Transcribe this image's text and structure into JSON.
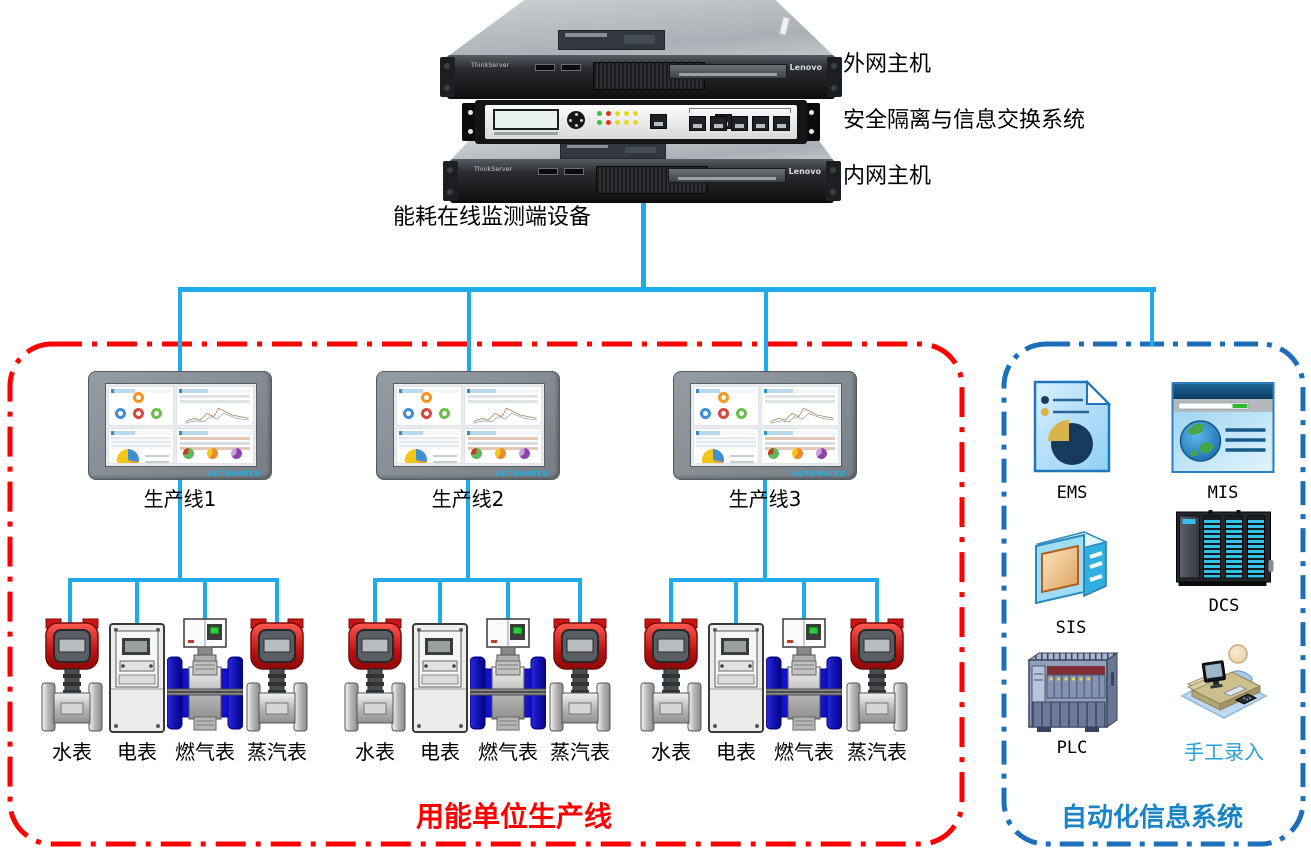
{
  "devices": {
    "external_host": {
      "label": "外网主机",
      "brand": "Lenovo",
      "model": "ThinkServer"
    },
    "isolation_system": {
      "label": "安全隔离与信息交换系统"
    },
    "internal_host": {
      "label": "内网主机",
      "brand": "Lenovo",
      "model": "ThinkServer"
    },
    "terminal_device_label": "能耗在线监测端设备"
  },
  "production_zone": {
    "title": "用能单位生产线",
    "border_color": "#FF0000",
    "title_color": "#FF0000",
    "monitor_brand": "AUTOMATED",
    "lines": [
      {
        "label": "生产线1",
        "meters": [
          "水表",
          "电表",
          "燃气表",
          "蒸汽表"
        ]
      },
      {
        "label": "生产线2",
        "meters": [
          "水表",
          "电表",
          "燃气表",
          "蒸汽表"
        ]
      },
      {
        "label": "生产线3",
        "meters": [
          "水表",
          "电表",
          "燃气表",
          "蒸汽表"
        ]
      }
    ]
  },
  "automation_zone": {
    "title": "自动化信息系统",
    "border_color": "#1C6FB8",
    "title_color": "#1A84C6",
    "systems": [
      {
        "label": "EMS",
        "icon": "document-chart-icon"
      },
      {
        "label": "MIS",
        "icon": "browser-globe-icon"
      },
      {
        "label": "SIS",
        "icon": "software-box-icon"
      },
      {
        "label": "DCS",
        "icon": "server-cabinet-icon"
      },
      {
        "label": "PLC",
        "icon": "plc-rack-icon"
      },
      {
        "label": "手工录入",
        "icon": "operator-desk-icon",
        "label_color": "#29A0DC"
      }
    ]
  },
  "colors": {
    "connector": "#1FAAEA"
  }
}
